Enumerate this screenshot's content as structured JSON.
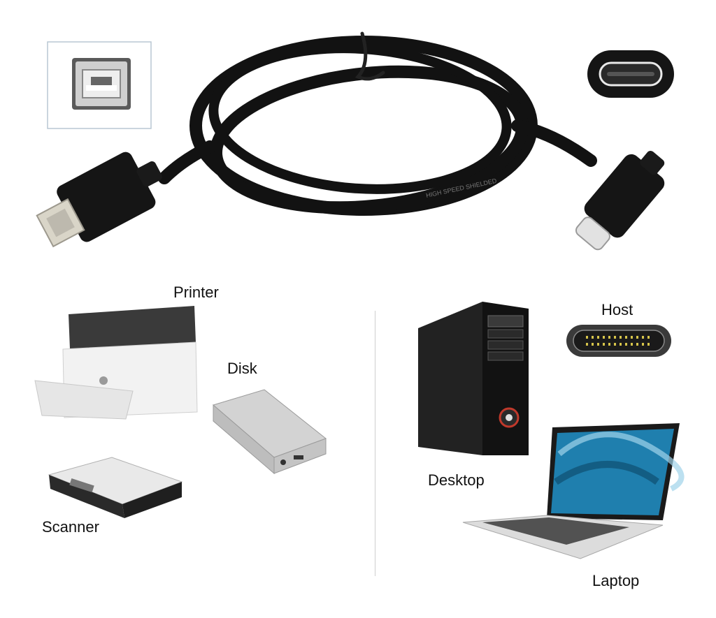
{
  "labels": {
    "printer": "Printer",
    "disk": "Disk",
    "scanner": "Scanner",
    "host": "Host",
    "desktop": "Desktop",
    "laptop": "Laptop"
  },
  "cable_print": "HIGH SPEED SHIELDED",
  "desktop_badge": "",
  "colors": {
    "cable": "#121212",
    "usb_b_plug": "#d9d5c8",
    "printer_body": "#f2f2f2",
    "printer_top": "#3a3a3a",
    "disk_body": "#c9c9c9",
    "desktop_body": "#1a1a1a",
    "laptop_screen": "#1f7fae",
    "host_pins": "#d6c44a"
  }
}
